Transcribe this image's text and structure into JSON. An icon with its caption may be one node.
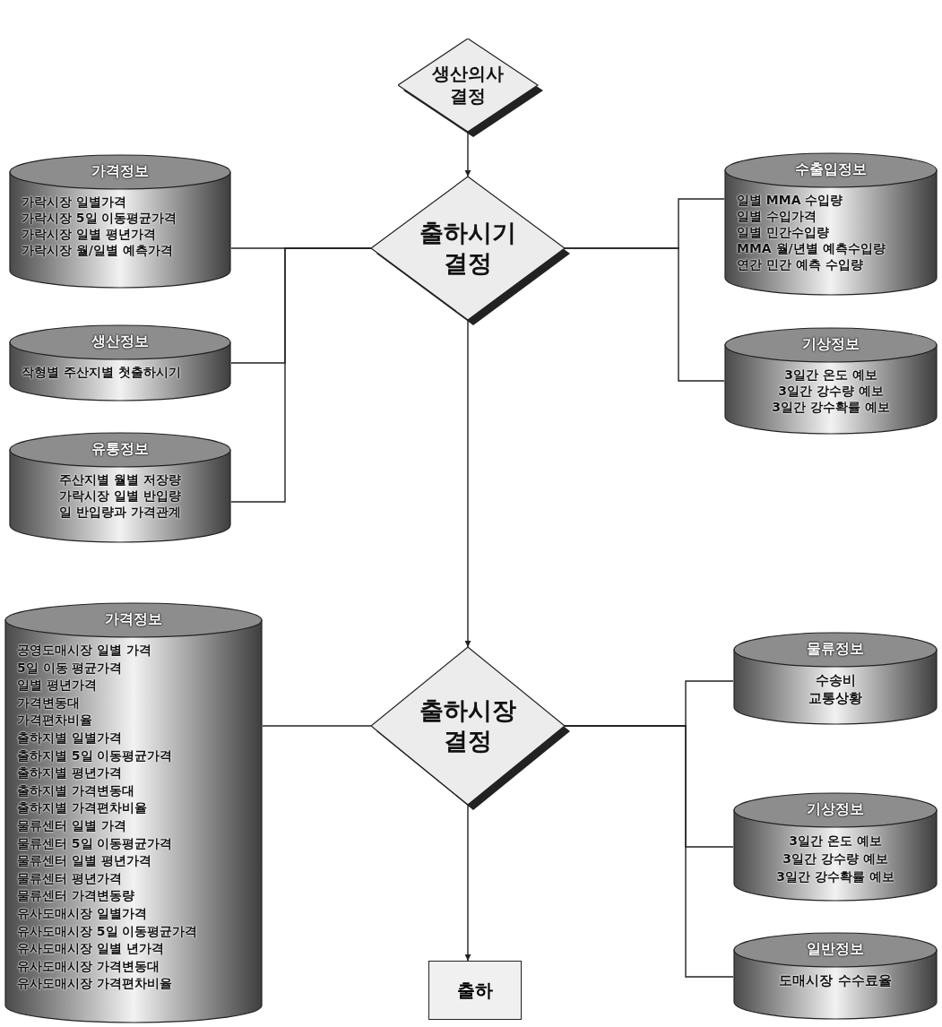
{
  "diagram": {
    "nodes": [
      {
        "text": [
          "생산의사 결정"
        ]
      },
      {
        "text": [
          "출하시기 결정"
        ]
      },
      {
        "text": [
          "가격정보",
          "가락시장 일별가격",
          "가락시장 5일 이동평균가격",
          "가락시장 일별 평년가격",
          "가락시장 월/일별 예측가격"
        ]
      },
      {
        "text": [
          "생산정보",
          "작형별 주산지별 첫출하시기"
        ]
      },
      {
        "text": [
          "유통정보",
          "주산지별 월별 저장량",
          "가락시장 일별 반입량",
          "일 반입량과 가격관계"
        ]
      },
      {
        "text": [
          "수출입정보",
          "일별 MMA 수입량",
          "일별 수입가격",
          "일별 민간수입량",
          "MMA 월/년별 예측수입량",
          "연간 민간 예측 수입량"
        ]
      },
      {
        "text": [
          "기상정보",
          "3일간 온도 예보",
          "3일간 강수량 예보",
          "3일간 강수확률 예보"
        ]
      },
      {
        "text": [
          "가격정보",
          "공영도매시장 일별 가격",
          "5일 이동 평균가격",
          "일별 평년가격",
          "가격변동대",
          "가격편차비율",
          "출하지별 일별가격",
          "출하지별 5일 이동평균가격",
          "출하지별 평년가격",
          "출하지별 가격변동대",
          "출하지별 가격편차비율",
          "물류센터 일별 가격",
          "물류센터 5일 이동평균가격",
          "물류센터 일별 평년가격",
          "물류센터 평년가격",
          "물류센터 가격변동량",
          "유사도매시장 일별가격",
          "유사도매시장 5일 이동평균가격",
          "유사도매시장 일별 년가격",
          "유사도매시장 가격변동대",
          "유사도매시장 가격편차비율"
        ]
      },
      {
        "text": [
          "출하시장 결정"
        ]
      },
      {
        "text": [
          "물류정보",
          "수송비",
          "교통상황"
        ]
      },
      {
        "text": [
          "기상정보",
          "3일간 온도 예보",
          "3일간 강수량 예보",
          "3일간 강수확률 예보"
        ]
      },
      {
        "text": [
          "일반정보",
          "도매시장 수수료율"
        ]
      },
      {
        "text": [
          "출하"
        ]
      }
    ],
    "edges": [
      {
        "from": 0,
        "to": 1,
        "arrow": "to"
      },
      {
        "from": 2,
        "to": 1,
        "arrow": "none"
      },
      {
        "from": 3,
        "to": 1,
        "arrow": "none"
      },
      {
        "from": 4,
        "to": 1,
        "arrow": "none"
      },
      {
        "from": 5,
        "to": 1,
        "arrow": "none"
      },
      {
        "from": 6,
        "to": 1,
        "arrow": "none"
      },
      {
        "from": 1,
        "to": 8,
        "arrow": "to"
      },
      {
        "from": 7,
        "to": 8,
        "arrow": "none"
      },
      {
        "from": 9,
        "to": 8,
        "arrow": "none"
      },
      {
        "from": 10,
        "to": 8,
        "arrow": "none"
      },
      {
        "from": 11,
        "to": 8,
        "arrow": "none"
      },
      {
        "from": 8,
        "to": 12,
        "arrow": "to"
      }
    ]
  }
}
